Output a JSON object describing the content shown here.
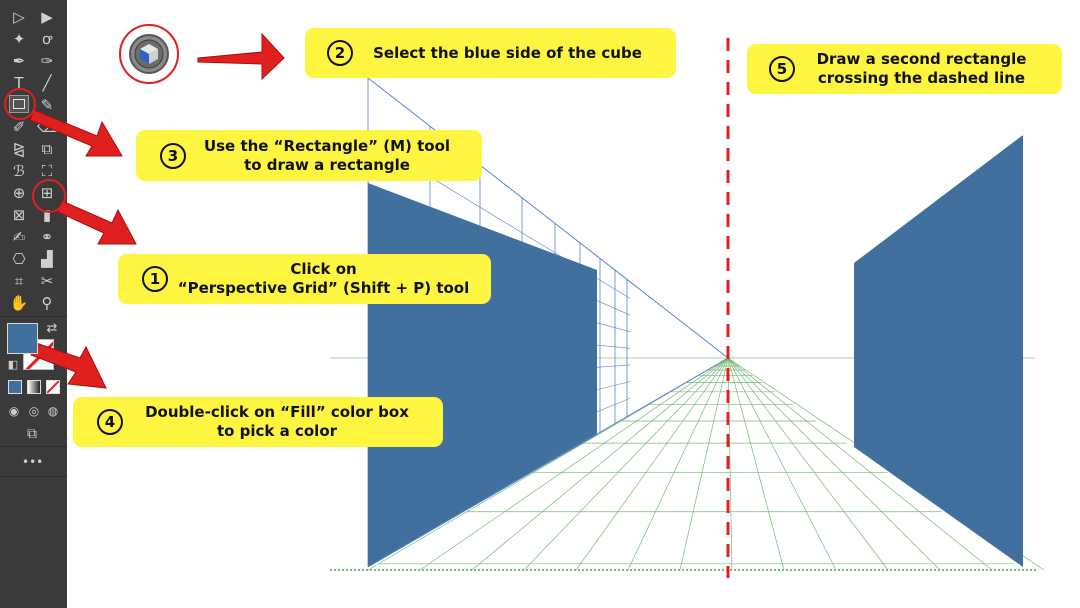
{
  "toolbar": {
    "tools": [
      {
        "name": "selection-tool",
        "glyph": "▷"
      },
      {
        "name": "direct-selection-tool",
        "glyph": "▶"
      },
      {
        "name": "magic-wand-tool",
        "glyph": "✦"
      },
      {
        "name": "lasso-tool",
        "glyph": "ꝍ"
      },
      {
        "name": "pen-tool",
        "glyph": "✒"
      },
      {
        "name": "curvature-tool",
        "glyph": "✑"
      },
      {
        "name": "type-tool",
        "glyph": "T"
      },
      {
        "name": "line-segment-tool",
        "glyph": "╱"
      },
      {
        "name": "rectangle-tool",
        "glyph": "▭"
      },
      {
        "name": "paintbrush-tool",
        "glyph": "✎"
      },
      {
        "name": "shaper-tool",
        "glyph": "✐"
      },
      {
        "name": "eraser-tool",
        "glyph": "⌫"
      },
      {
        "name": "reflect-tool",
        "glyph": "⧎"
      },
      {
        "name": "scale-tool",
        "glyph": "⧉"
      },
      {
        "name": "warp-tool",
        "glyph": "ℬ"
      },
      {
        "name": "free-transform-tool",
        "glyph": "⛶"
      },
      {
        "name": "shape-builder-tool",
        "glyph": "⊕"
      },
      {
        "name": "perspective-grid-tool",
        "glyph": "⊞"
      },
      {
        "name": "mesh-tool",
        "glyph": "⊠"
      },
      {
        "name": "gradient-tool",
        "glyph": "▮"
      },
      {
        "name": "eyedropper-tool",
        "glyph": "✍"
      },
      {
        "name": "blend-tool",
        "glyph": "⚭"
      },
      {
        "name": "symbol-sprayer-tool",
        "glyph": "⎔"
      },
      {
        "name": "column-graph-tool",
        "glyph": "▟"
      },
      {
        "name": "artboard-tool",
        "glyph": "⌗"
      },
      {
        "name": "slice-tool",
        "glyph": "✂"
      },
      {
        "name": "hand-tool",
        "glyph": "✋"
      },
      {
        "name": "zoom-tool",
        "glyph": "⚲"
      }
    ],
    "more_label": "•••"
  },
  "colors": {
    "fill": "#41709f",
    "plane": "#41709f",
    "callout": "#fdf540",
    "arrow": "#e0201e",
    "grid_blue": "#5b84c9",
    "grid_green": "#78b878"
  },
  "callouts": {
    "step1": {
      "num": "1",
      "line1": "Click on",
      "line2": "“Perspective Grid” (Shift + P) tool"
    },
    "step2": {
      "num": "2",
      "line1": "Select the blue side of the cube"
    },
    "step3": {
      "num": "3",
      "line1": "Use the “Rectangle” (M) tool",
      "line2": "to draw a rectangle"
    },
    "step4": {
      "num": "4",
      "line1": "Double-click on “Fill” color box",
      "line2": "to pick a color"
    },
    "step5": {
      "num": "5",
      "line1": "Draw a second rectangle",
      "line2": "crossing the dashed line"
    }
  }
}
